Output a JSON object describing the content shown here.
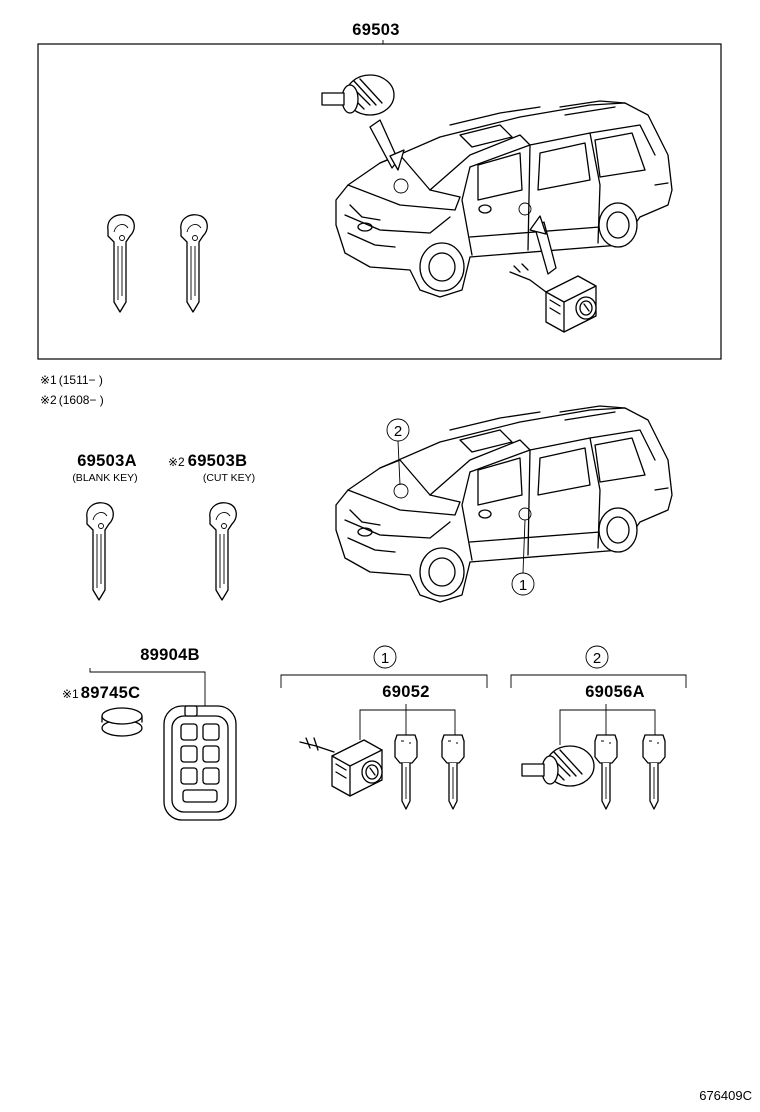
{
  "main_assembly": {
    "part_number": "69503"
  },
  "notes": [
    {
      "mark": "※1",
      "text": "(1511−      )"
    },
    {
      "mark": "※2",
      "text": "(1608−      )"
    }
  ],
  "blank_key": {
    "part_number": "69503A",
    "label": "(BLANK KEY)"
  },
  "cut_key": {
    "mark": "※2",
    "part_number": "69503B",
    "label": "(CUT KEY)"
  },
  "transmitter": {
    "part_number": "89904B"
  },
  "battery": {
    "mark": "※1",
    "part_number": "89745C"
  },
  "cylinder_set_1": {
    "callout": "1",
    "part_number": "69052"
  },
  "cylinder_set_2": {
    "callout": "2",
    "part_number": "69056A"
  },
  "vehicle_callouts": {
    "door": "1",
    "hood": "2"
  },
  "diagram_code": "676409C"
}
